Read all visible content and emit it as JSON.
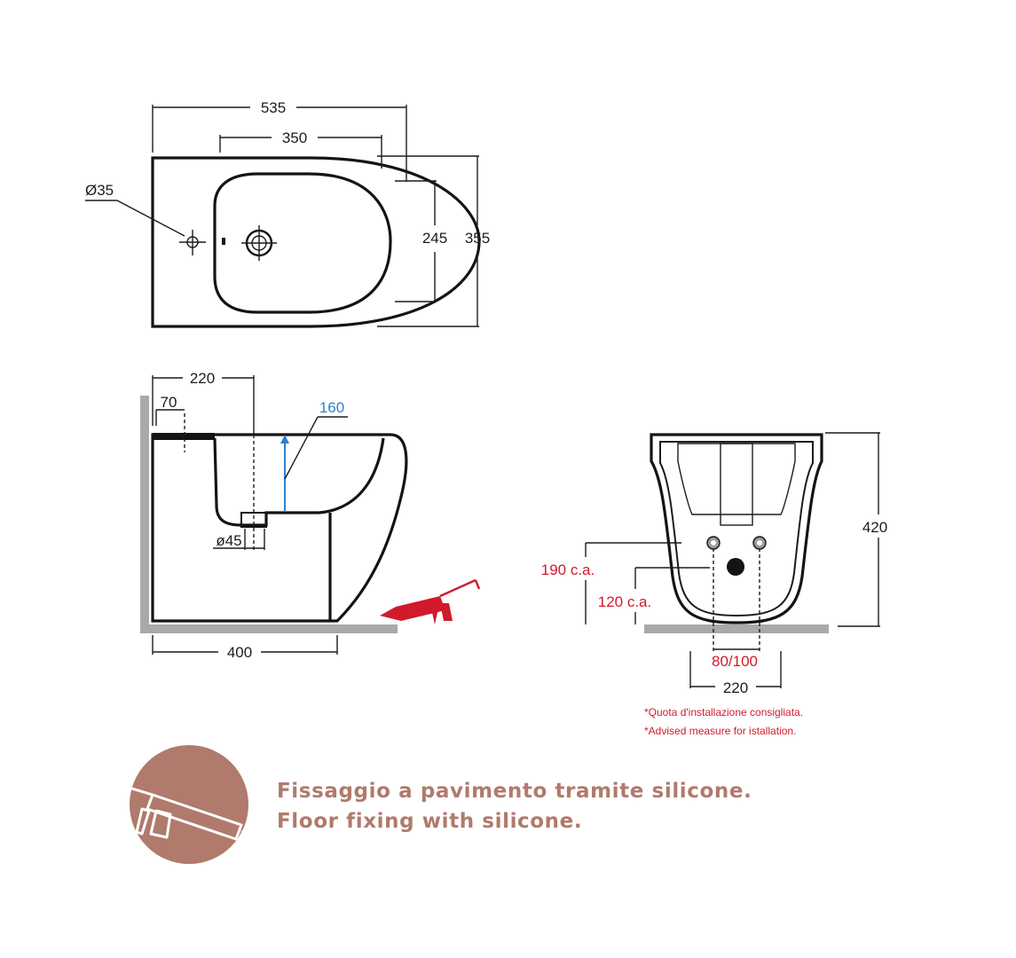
{
  "top_view": {
    "dim_overall_length": "535",
    "dim_bowl_length": "350",
    "dim_tap_hole": "Ø35",
    "dim_bowl_width": "245",
    "dim_overall_width": "355"
  },
  "side_view": {
    "dim_wall_to_drain": "220",
    "dim_wall_to_tap": "70",
    "dim_water_level": "160",
    "dim_drain_diameter": "ø45",
    "dim_base_length": "400"
  },
  "rear_view": {
    "dim_height": "420",
    "dim_water_supply_height": "190 c.a.",
    "dim_drain_height": "120 c.a.",
    "dim_supply_spacing": "80/100",
    "dim_width_base": "220",
    "note_it": "*Quota d'installazione consigliata.",
    "note_en": "*Advised measure for istallation."
  },
  "footer": {
    "caption_it": "Fissaggio a pavimento tramite silicone.",
    "caption_en": "Floor fixing with silicone.",
    "icon": "silicone-gun-icon"
  },
  "colors": {
    "line": "#141414",
    "accent_blue": "#2f7fd1",
    "accent_red": "#d11a2a",
    "caption": "#b07a6c",
    "floor": "#a9a9a9"
  }
}
